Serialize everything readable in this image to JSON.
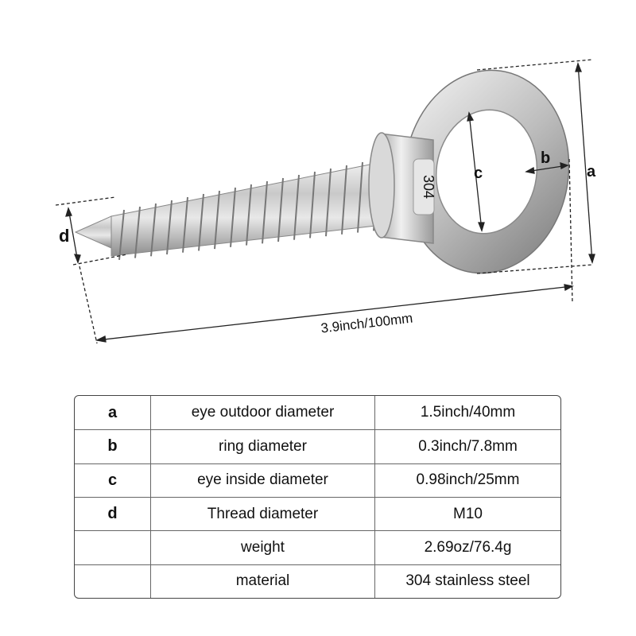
{
  "diagram": {
    "product": "eye screw",
    "stamp": "304",
    "labels": {
      "a": "a",
      "b": "b",
      "c": "c",
      "d": "d",
      "length": "3.9inch/100mm"
    }
  },
  "spec_table": {
    "rows": [
      {
        "key": "a",
        "name": "eye outdoor diameter",
        "value": "1.5inch/40mm"
      },
      {
        "key": "b",
        "name": "ring diameter",
        "value": "0.3inch/7.8mm"
      },
      {
        "key": "c",
        "name": "eye inside diameter",
        "value": "0.98inch/25mm"
      },
      {
        "key": "d",
        "name": "Thread diameter",
        "value": "M10"
      },
      {
        "key": "",
        "name": "weight",
        "value": "2.69oz/76.4g"
      },
      {
        "key": "",
        "name": "material",
        "value": "304 stainless steel"
      }
    ]
  }
}
